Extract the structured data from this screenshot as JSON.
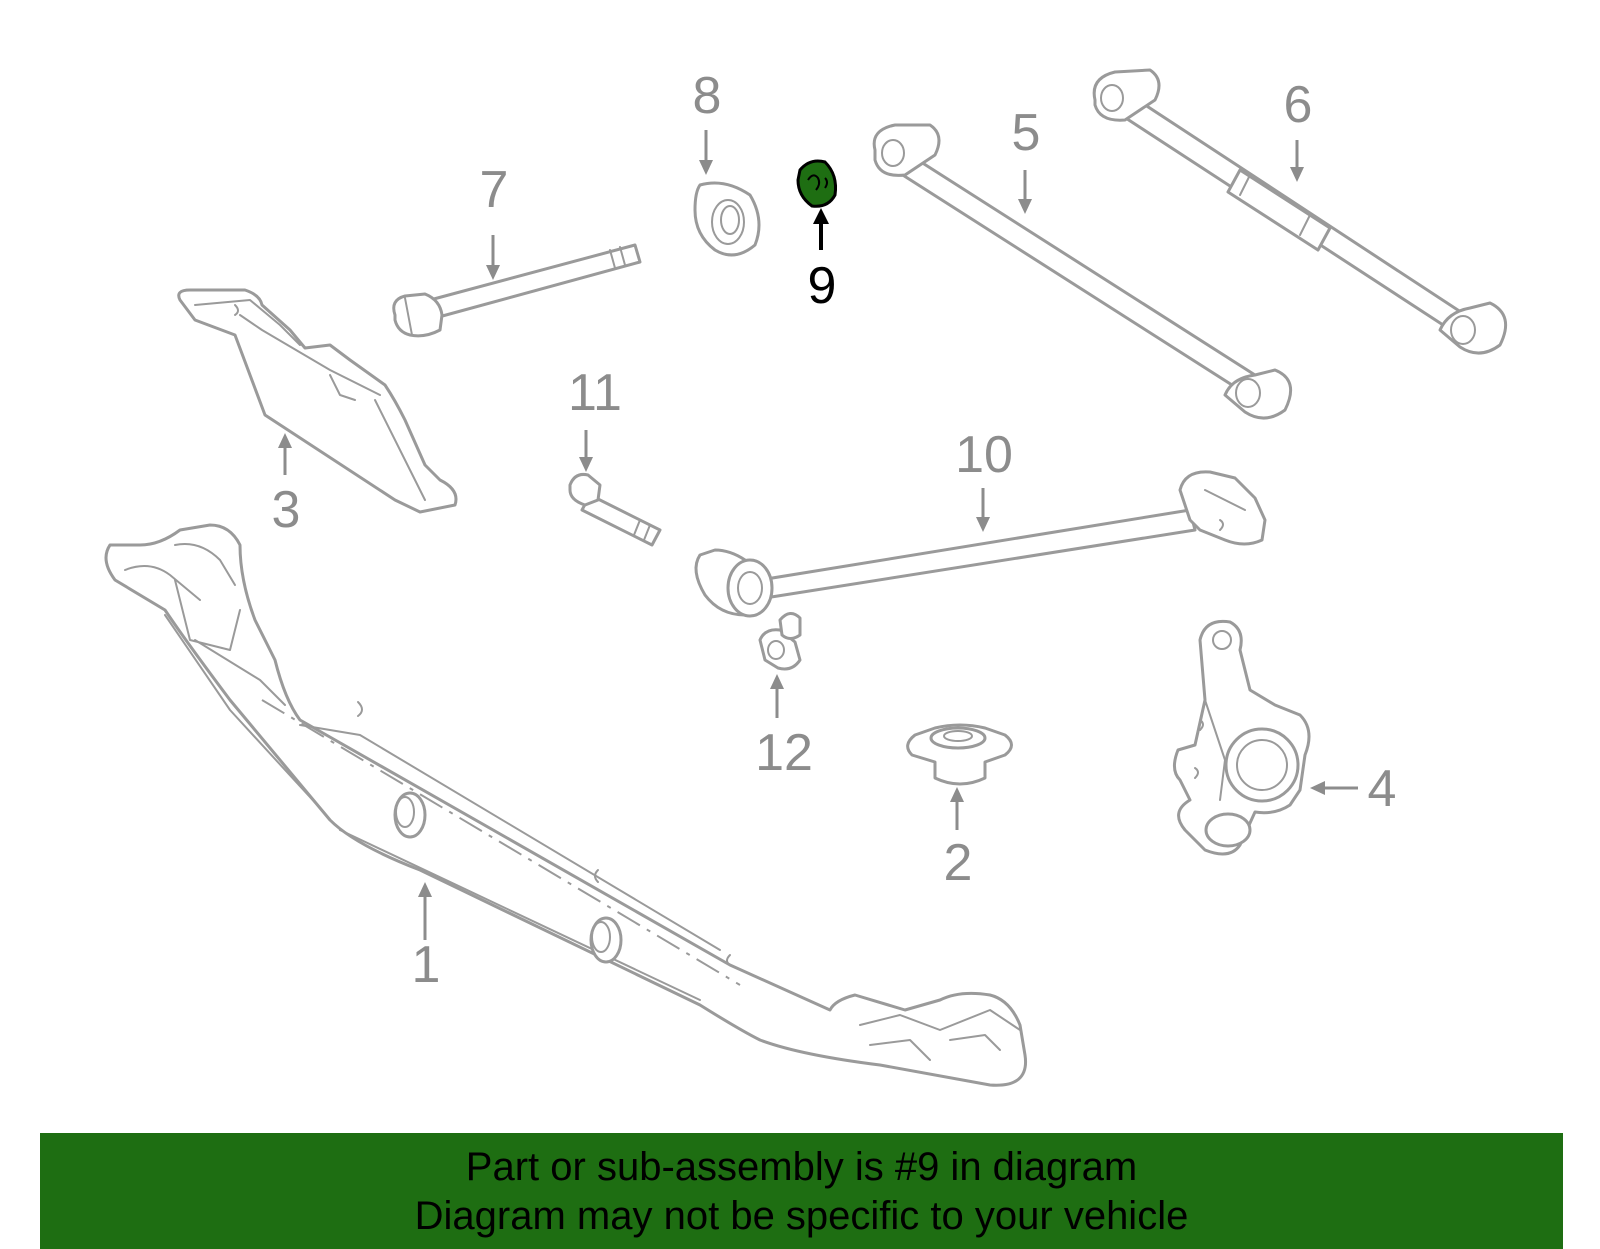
{
  "diagram": {
    "callouts": [
      "1",
      "2",
      "3",
      "4",
      "5",
      "6",
      "7",
      "8",
      "9",
      "10",
      "11",
      "12"
    ],
    "highlighted_part": "9",
    "colors": {
      "line_art": "#9a9a9a",
      "callout_text": "#8c8c8c",
      "highlight_fill": "#1e6e12",
      "highlight_text": "#000000",
      "banner_bg": "#1e6e12"
    }
  },
  "footer": {
    "line1": "Part or sub-assembly is #9 in diagram",
    "line2": "Diagram may not be specific to your vehicle"
  }
}
